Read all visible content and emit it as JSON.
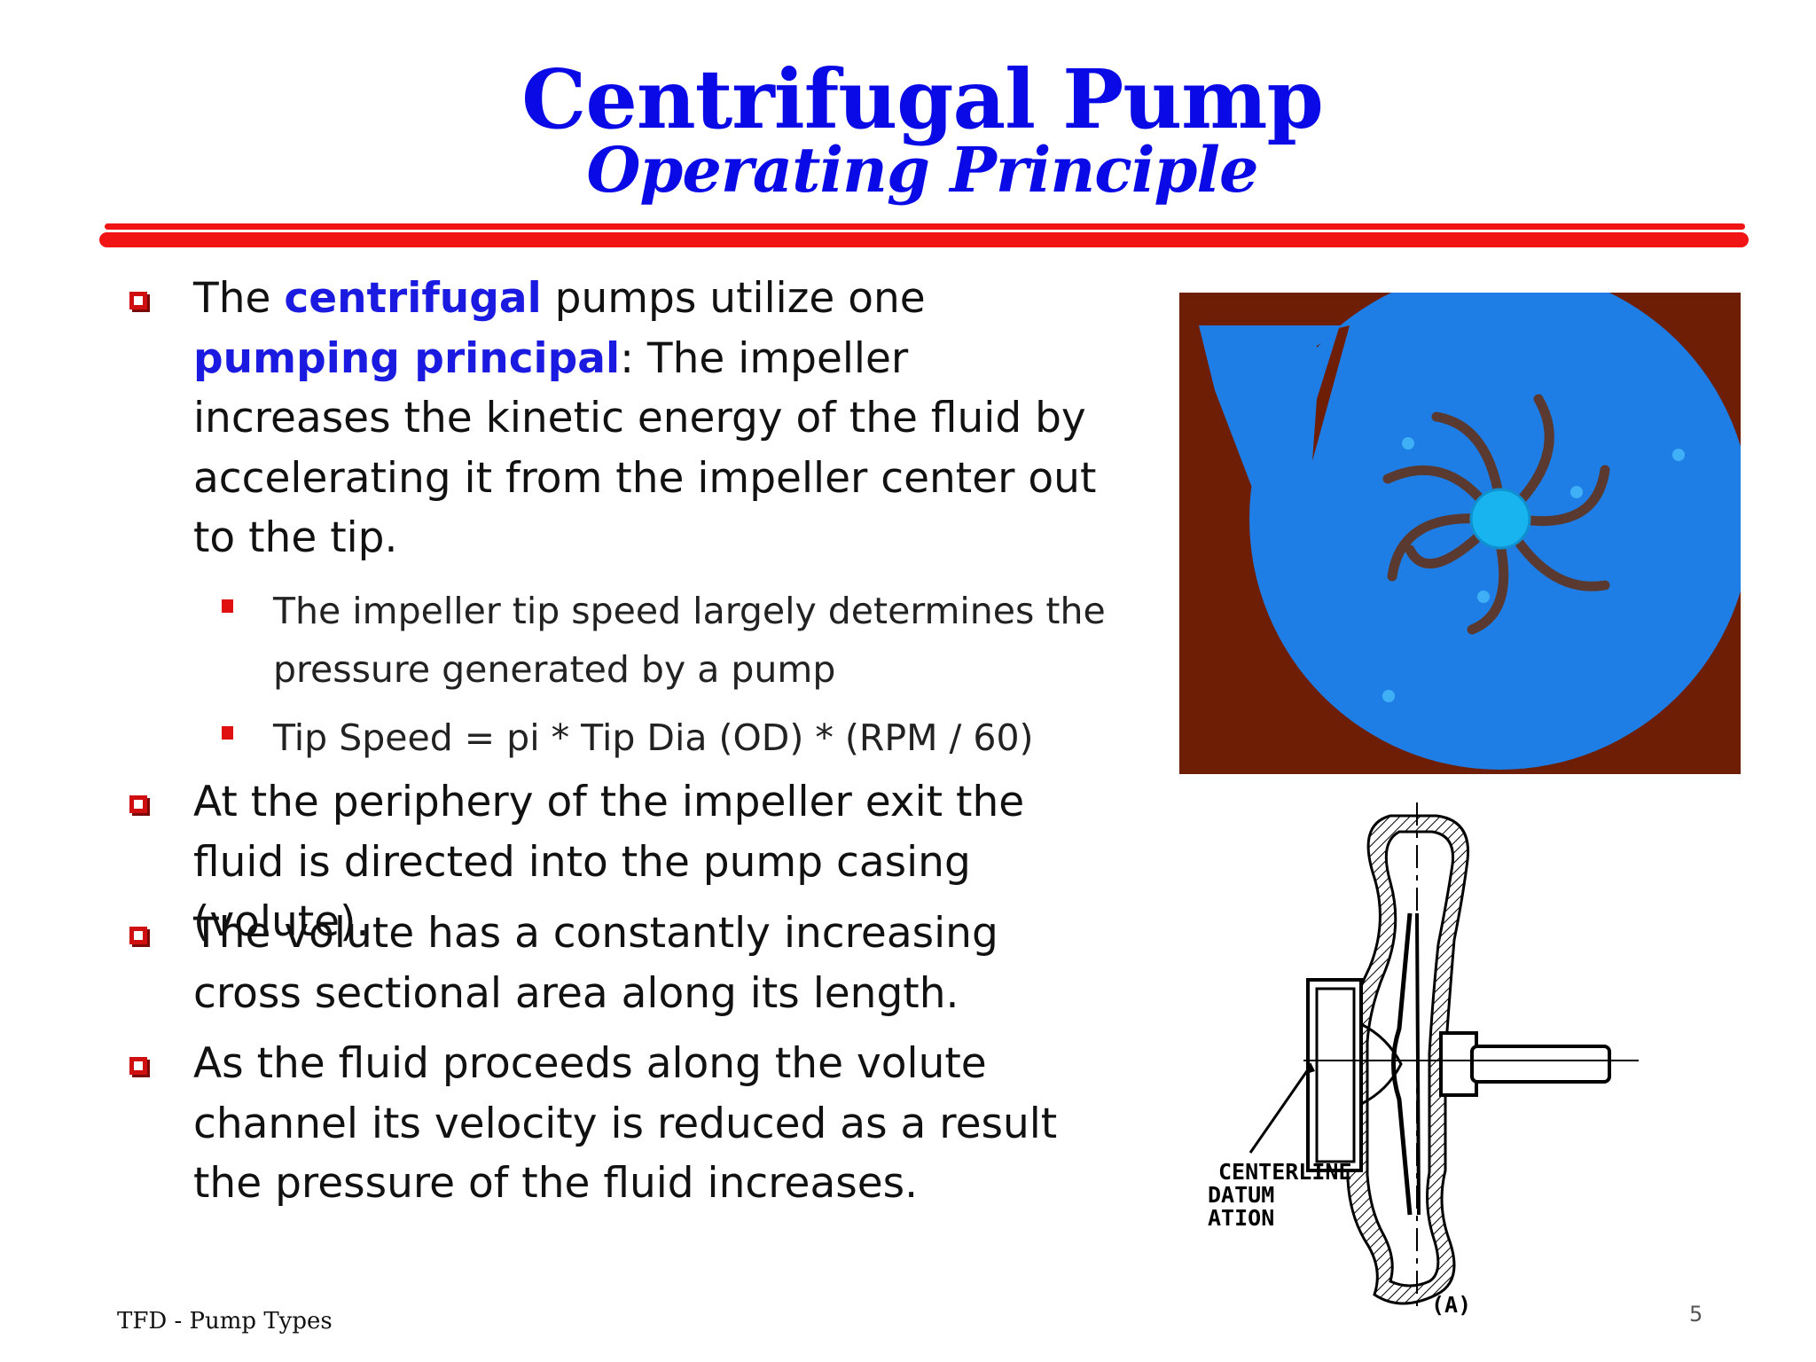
{
  "title": {
    "main": "Centrifugal Pump",
    "sub": "Operating Principle"
  },
  "bullets": {
    "b1": {
      "p1": "The ",
      "h1": "centrifugal",
      "p2": " pumps utilize one ",
      "h2": "pumping principal",
      "p3": ": The impeller increases the kinetic energy of the fluid by accelerating it from the impeller center out to the tip."
    },
    "sub1": "The impeller tip speed largely determines the pressure generated by a pump",
    "sub2": "Tip Speed = pi * Tip Dia (OD) * (RPM / 60)",
    "b2": "At the periphery of the impeller exit the fluid is directed into the pump casing (volute).",
    "b3": "The volute has a constantly increasing cross sectional area along its length.",
    "b4": "As the fluid proceeds along the volute channel its velocity is reduced as a result the pressure of the fluid increases."
  },
  "figure2": {
    "label_centerline": "CENTERLINE",
    "label_datum": "DATUM",
    "label_ation": "ATION",
    "label_a": "(A)"
  },
  "footer": {
    "text": "TFD - Pump Types",
    "page": "5"
  },
  "colors": {
    "title_blue": "#0a0ae6",
    "highlight_blue": "#1a1ae0",
    "rule_red": "#f01414",
    "volute_brown": "#6e1e05",
    "fluid_blue": "#1e7ee6",
    "hub_cyan": "#18b4f0"
  },
  "icons": {
    "bullet": "hollow-square-bullet-icon",
    "sub_bullet": "filled-square-bullet-icon"
  }
}
